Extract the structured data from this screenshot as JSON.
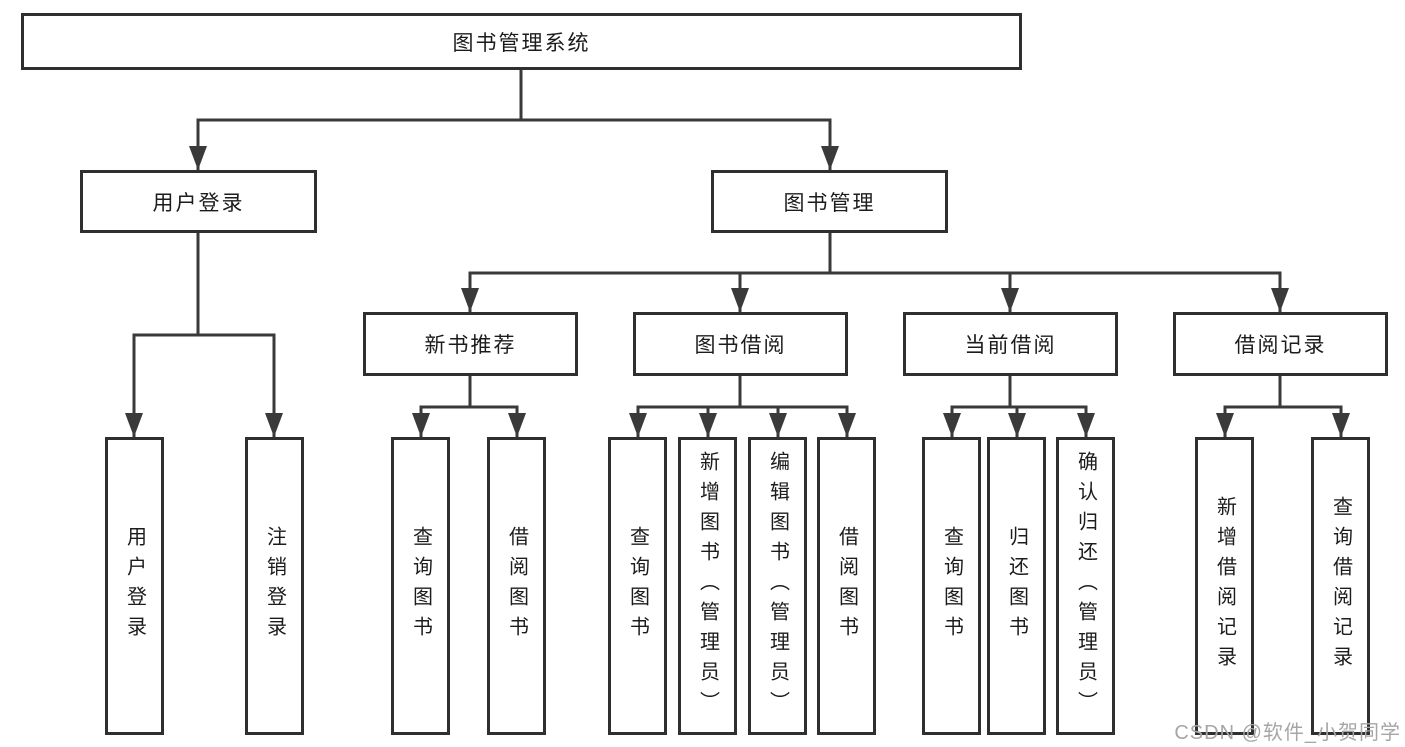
{
  "colors": {
    "background": "#ffffff",
    "line": "#3a3a3a",
    "box_border": "#2f2f2f",
    "text": "#1c1c1c",
    "watermark": "#a6a6a6"
  },
  "tree": {
    "root": {
      "label": "图书管理系统"
    },
    "level2": [
      {
        "label": "用户登录",
        "parent": "图书管理系统"
      },
      {
        "label": "图书管理",
        "parent": "图书管理系统"
      }
    ],
    "level3": [
      {
        "label": "新书推荐",
        "parent": "图书管理"
      },
      {
        "label": "图书借阅",
        "parent": "图书管理"
      },
      {
        "label": "当前借阅",
        "parent": "图书管理"
      },
      {
        "label": "借阅记录",
        "parent": "图书管理"
      }
    ],
    "leaves": [
      {
        "label": "用户登录",
        "parent": "用户登录"
      },
      {
        "label": "注销登录",
        "parent": "用户登录"
      },
      {
        "label": "查询图书",
        "parent": "新书推荐"
      },
      {
        "label": "借阅图书",
        "parent": "新书推荐"
      },
      {
        "label": "查询图书",
        "parent": "图书借阅"
      },
      {
        "label": "新增图书（管理员）",
        "parent": "图书借阅"
      },
      {
        "label": "编辑图书（管理员）",
        "parent": "图书借阅"
      },
      {
        "label": "借阅图书",
        "parent": "图书借阅"
      },
      {
        "label": "查询图书",
        "parent": "当前借阅"
      },
      {
        "label": "归还图书",
        "parent": "当前借阅"
      },
      {
        "label": "确认归还（管理员）",
        "parent": "当前借阅"
      },
      {
        "label": "新增借阅记录",
        "parent": "借阅记录"
      },
      {
        "label": "查询借阅记录",
        "parent": "借阅记录"
      }
    ]
  },
  "watermark": {
    "text": "CSDN @软件_小贺同学"
  }
}
